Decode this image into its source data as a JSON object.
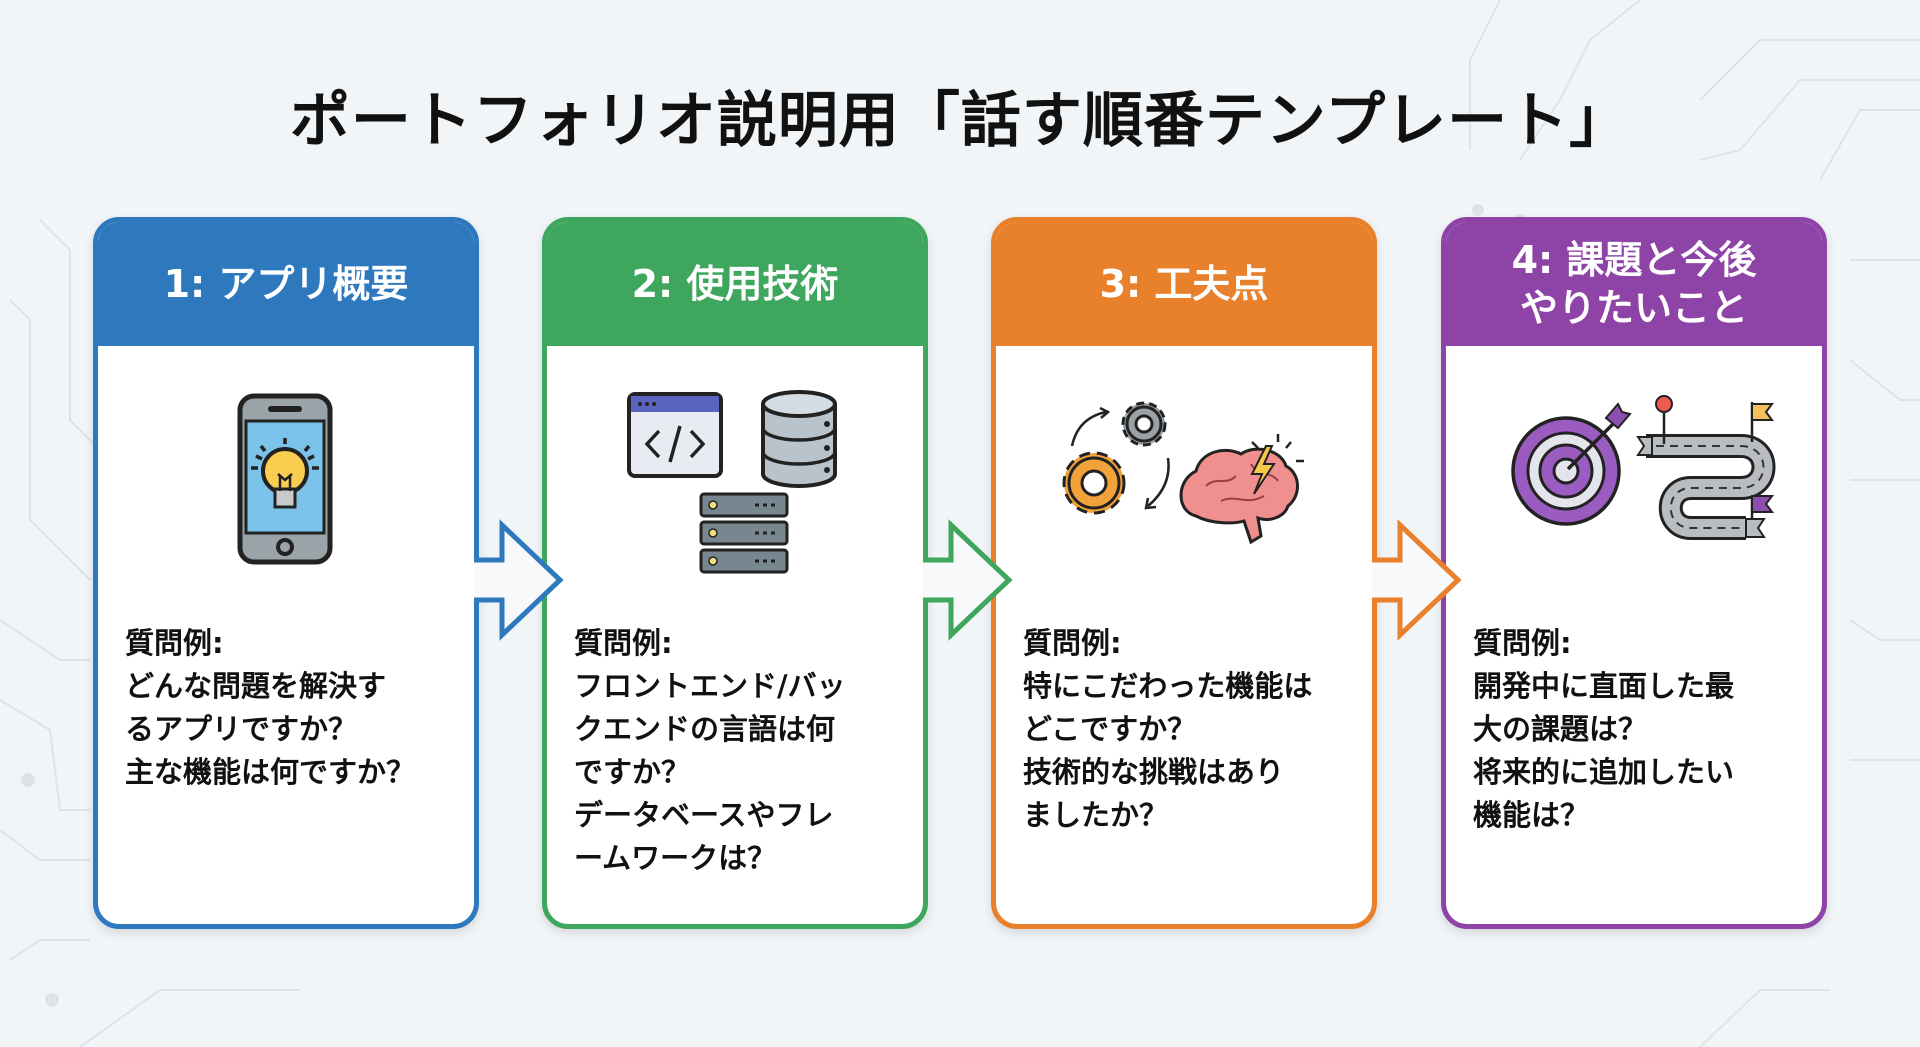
{
  "title": "ポートフォリオ説明用「話す順番テンプレート」",
  "cards": [
    {
      "header": "1: アプリ概要",
      "color": "#2E78BE",
      "icons": [
        "smartphone-icon",
        "lightbulb-icon"
      ],
      "question_label": "質問例:",
      "questions": "どんな問題を解決す\nるアプリですか？\n主な機能は何ですか？"
    },
    {
      "header": "2: 使用技術",
      "color": "#3FA65E",
      "icons": [
        "code-window-icon",
        "database-icon",
        "server-icon"
      ],
      "question_label": "質問例:",
      "questions": "フロントエンド/バッ\nクエンドの言語は何\nですか？\nデータベースやフレ\nームワークは？"
    },
    {
      "header": "3: 工夫点",
      "color": "#E9802C",
      "icons": [
        "gears-icon",
        "brain-icon"
      ],
      "question_label": "質問例:",
      "questions": "特にこだわった機能は\nどこですか？\n技術的な挑戦はあり\nましたか？"
    },
    {
      "header": "4: 課題と今後\nやりたいこと",
      "color": "#8E44A6",
      "icons": [
        "target-icon",
        "roadmap-icon"
      ],
      "question_label": "質問例:",
      "questions": "開発中に直面した最\n大の課題は？\n将来的に追加したい\n機能は？"
    }
  ],
  "arrows": [
    {
      "icon": "arrow-right-icon",
      "color": "#2E78BE"
    },
    {
      "icon": "arrow-right-icon",
      "color": "#3FA65E"
    },
    {
      "icon": "arrow-right-icon",
      "color": "#E9802C"
    }
  ]
}
